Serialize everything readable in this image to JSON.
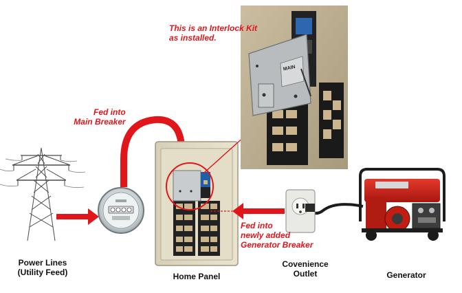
{
  "annotations": {
    "interlock": [
      "This is an Interlock Kit",
      "as installed."
    ],
    "main_feed": [
      "Fed into",
      "Main Breaker"
    ],
    "generator_feed": [
      "Fed into",
      "newly added",
      "Generator Breaker"
    ]
  },
  "components": {
    "power_lines": [
      "Power Lines",
      "(Utility Feed)"
    ],
    "home_panel": "Home Panel",
    "outlet": [
      "Covenience",
      "Outlet"
    ],
    "generator": "Generator"
  },
  "photo": {
    "main_label": "MAIN"
  },
  "colors": {
    "arrow": "#e0161b",
    "annotation_text": "#e0161b",
    "label_text": "#111111"
  }
}
